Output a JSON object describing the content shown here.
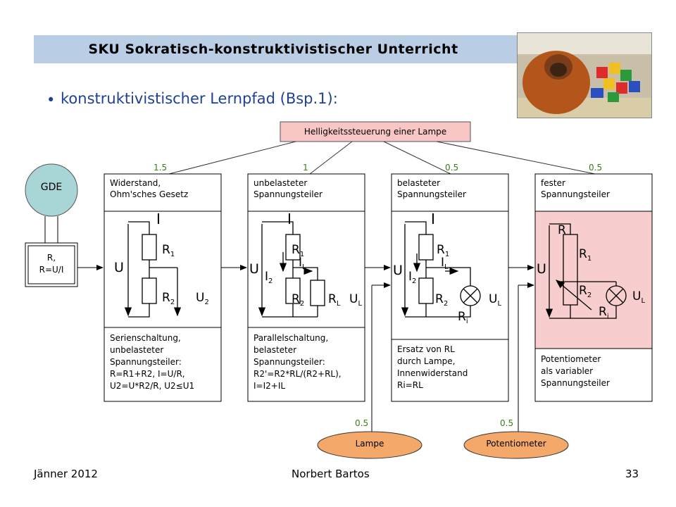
{
  "header": {
    "title": "SKU Sokratisch-konstruktivistischer Unterricht"
  },
  "photo": {
    "icon": "orangutan-with-blocks-photo"
  },
  "subtitle": "konstruktivistischer Lernpfad (Bsp.1):",
  "root_node": "Helligkeitssteuerung einer Lampe",
  "gde": {
    "label": "GDE",
    "box_line1": "R,",
    "box_line2": "R=U/I"
  },
  "weights": [
    "1.5",
    "1",
    "0.5",
    "0.5"
  ],
  "bottom_weights": [
    "0.5",
    "0.5"
  ],
  "columns": [
    {
      "header_line1": "Widerstand,",
      "header_line2": "Ohm'sches Gesetz",
      "desc": [
        "Serienschaltung,",
        "unbelasteter",
        "Spannungsteiler:",
        "R=R1+R2, I=U/R,",
        "U2=U*R2/R, U2≤U1"
      ]
    },
    {
      "header_line1": "unbelasteter",
      "header_line2": "Spannungsteiler",
      "desc": [
        "Parallelschaltung,",
        "belasteter",
        "Spannungsteiler:",
        "R2'=R2*RL/(R2+RL),",
        "I=I2+IL"
      ]
    },
    {
      "header_line1": "belasteter",
      "header_line2": "Spannungsteiler",
      "desc": [
        "Ersatz von RL",
        "durch Lampe,",
        "Innenwiderstand",
        "Ri=RL"
      ]
    },
    {
      "header_line1": "fester",
      "header_line2": "Spannungsteiler",
      "desc": [
        "Potentiometer",
        "als variabler",
        "Spannungsteiler"
      ]
    }
  ],
  "bottom_nodes": [
    "Lampe",
    "Potentiometer"
  ],
  "footer": {
    "date": "Jänner 2012",
    "author": "Norbert Bartos",
    "page": "33"
  },
  "colors": {
    "title_bar": "#b9cde5",
    "root_node": "#f9c6c6",
    "gde": "#a8d6d6",
    "oval": "#f4a86a",
    "pot_panel": "#f8cdcd",
    "weight": "#3a7d1a"
  }
}
